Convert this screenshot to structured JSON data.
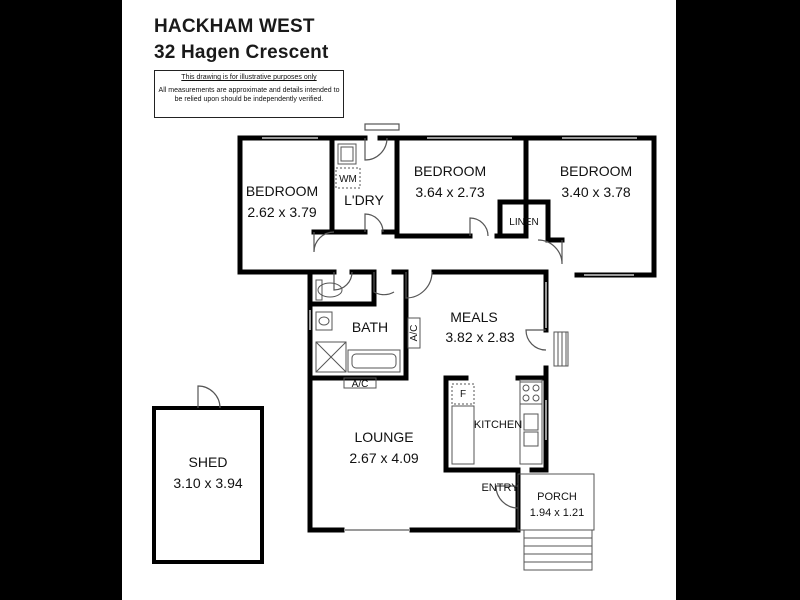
{
  "header": {
    "suburb": "HACKHAM WEST",
    "address": "32 Hagen Crescent"
  },
  "disclaimer": {
    "heading": "This drawing is for illustrative purposes only",
    "body": "All measurements are approximate and details intended to be relied upon should be independently verified."
  },
  "rooms": {
    "bedroom_left": {
      "name": "BEDROOM",
      "size": "2.62 x 3.79"
    },
    "bedroom_mid": {
      "name": "BEDROOM",
      "size": "3.64 x 2.73"
    },
    "bedroom_right": {
      "name": "BEDROOM",
      "size": "3.40 x 3.78"
    },
    "laundry": {
      "name": "L'DRY"
    },
    "washing_machine": {
      "name": "WM"
    },
    "linen": {
      "name": "LINEN"
    },
    "bath": {
      "name": "BATH"
    },
    "ac_vertical": {
      "name": "A/C"
    },
    "ac_horizontal": {
      "name": "A/C"
    },
    "meals": {
      "name": "MEALS",
      "size": "3.82 x 2.83"
    },
    "fridge": {
      "name": "F"
    },
    "kitchen": {
      "name": "KITCHEN"
    },
    "lounge": {
      "name": "LOUNGE",
      "size": "2.67 x 4.09"
    },
    "entry": {
      "name": "ENTRY"
    },
    "porch": {
      "name": "PORCH",
      "size": "1.94 x 1.21"
    },
    "shed": {
      "name": "SHED",
      "size": "3.10 x 3.94"
    }
  },
  "colors": {
    "wall": "#000000",
    "fixture": "#555555",
    "window": "#9a9a9a",
    "background": "#ffffff",
    "frame": "#000000"
  }
}
